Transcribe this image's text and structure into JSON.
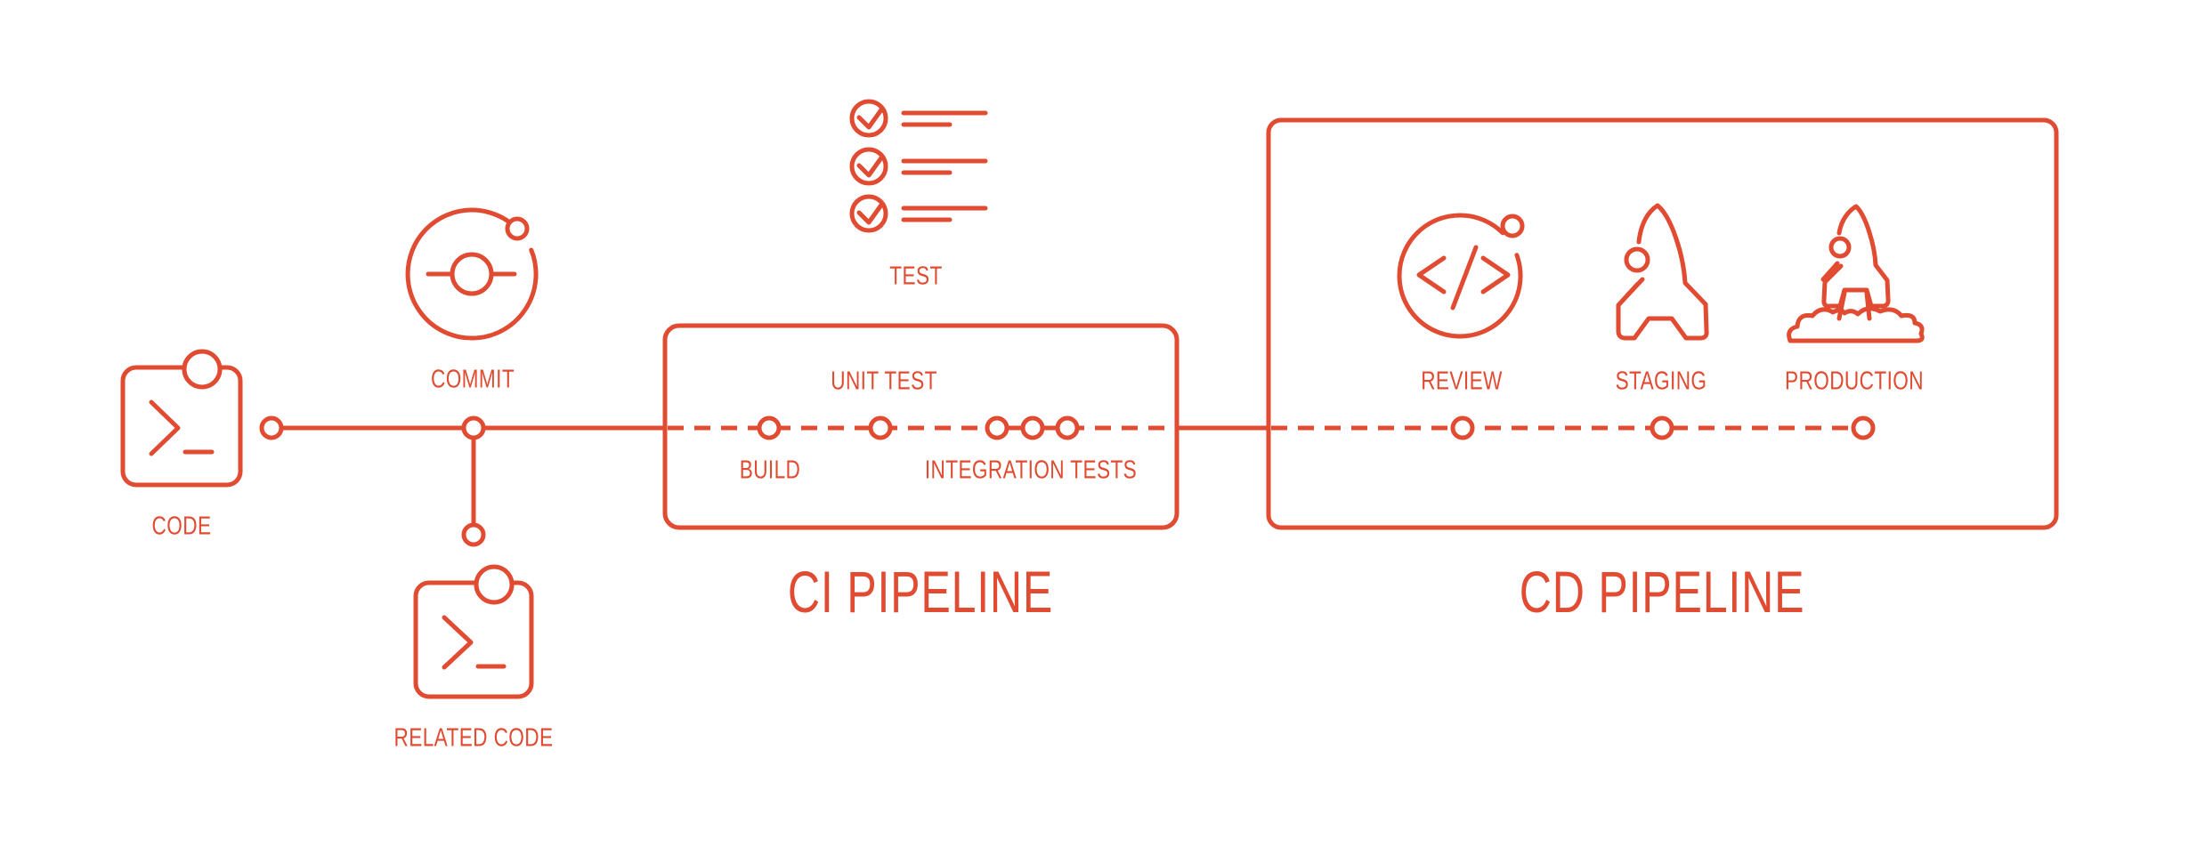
{
  "colors": {
    "accent": "#E04B32",
    "background": "#FFFFFF"
  },
  "diagram": {
    "stages": {
      "code": "CODE",
      "commit": "COMMIT",
      "related_code": "RELATED CODE",
      "test": "TEST",
      "build": "BUILD",
      "unit_test": "UNIT TEST",
      "integration_tests": "INTEGRATION TESTS",
      "review": "REVIEW",
      "staging": "STAGING",
      "production": "PRODUCTION"
    },
    "pipelines": {
      "ci_title": "CI PIPELINE",
      "cd_title": "CD PIPELINE"
    },
    "icons": {
      "code": "terminal-window-icon",
      "commit": "git-commit-icon",
      "related_code": "terminal-window-icon",
      "test": "checklist-icon",
      "review": "code-review-icon",
      "staging": "rocket-icon",
      "production": "rocket-launch-icon"
    }
  }
}
